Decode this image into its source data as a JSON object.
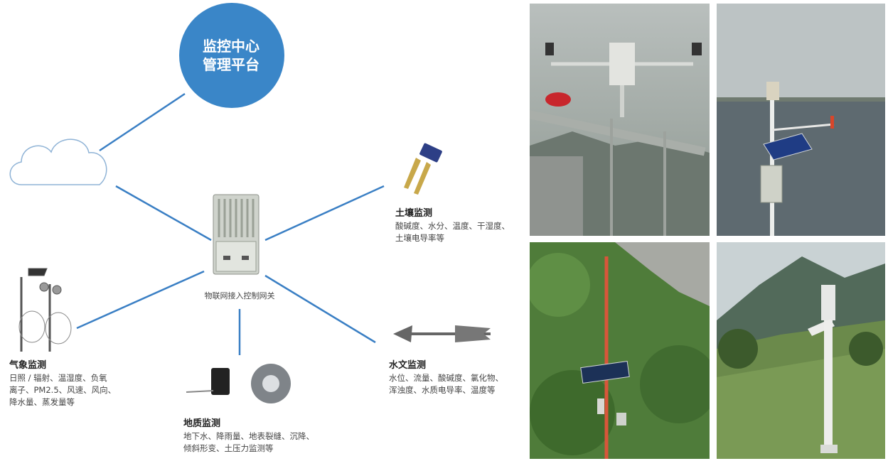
{
  "center": {
    "line1": "监控中心",
    "line2": "管理平台",
    "color": "#3a86c8"
  },
  "gateway": {
    "label": "物联网接入控制网关"
  },
  "nodes": {
    "soil": {
      "title": "土壤监测",
      "desc": [
        "酸碱度、水分、温度、干湿度、",
        "土壤电导率等"
      ]
    },
    "weather": {
      "title": "气象监测",
      "desc": [
        "日照 / 辐射、温湿度、负氧",
        "离子、PM2.5、风速、风向、",
        "降水量、蒸发量等"
      ]
    },
    "geology": {
      "title": "地质监测",
      "desc": [
        "地下水、降雨量、地表裂缝、沉降、",
        "倾斜形变、土压力监测等"
      ]
    },
    "hydrology": {
      "title": "水文监测",
      "desc": [
        "水位、流量、酸碱度、氯化物、",
        "浑浊度、水质电导率、温度等"
      ]
    }
  },
  "line_color": "#3a7fc4",
  "photos": [
    {
      "name": "weather-station-photo"
    },
    {
      "name": "lake-station-photo"
    },
    {
      "name": "mountain-station-photo"
    },
    {
      "name": "hillside-station-photo"
    }
  ]
}
